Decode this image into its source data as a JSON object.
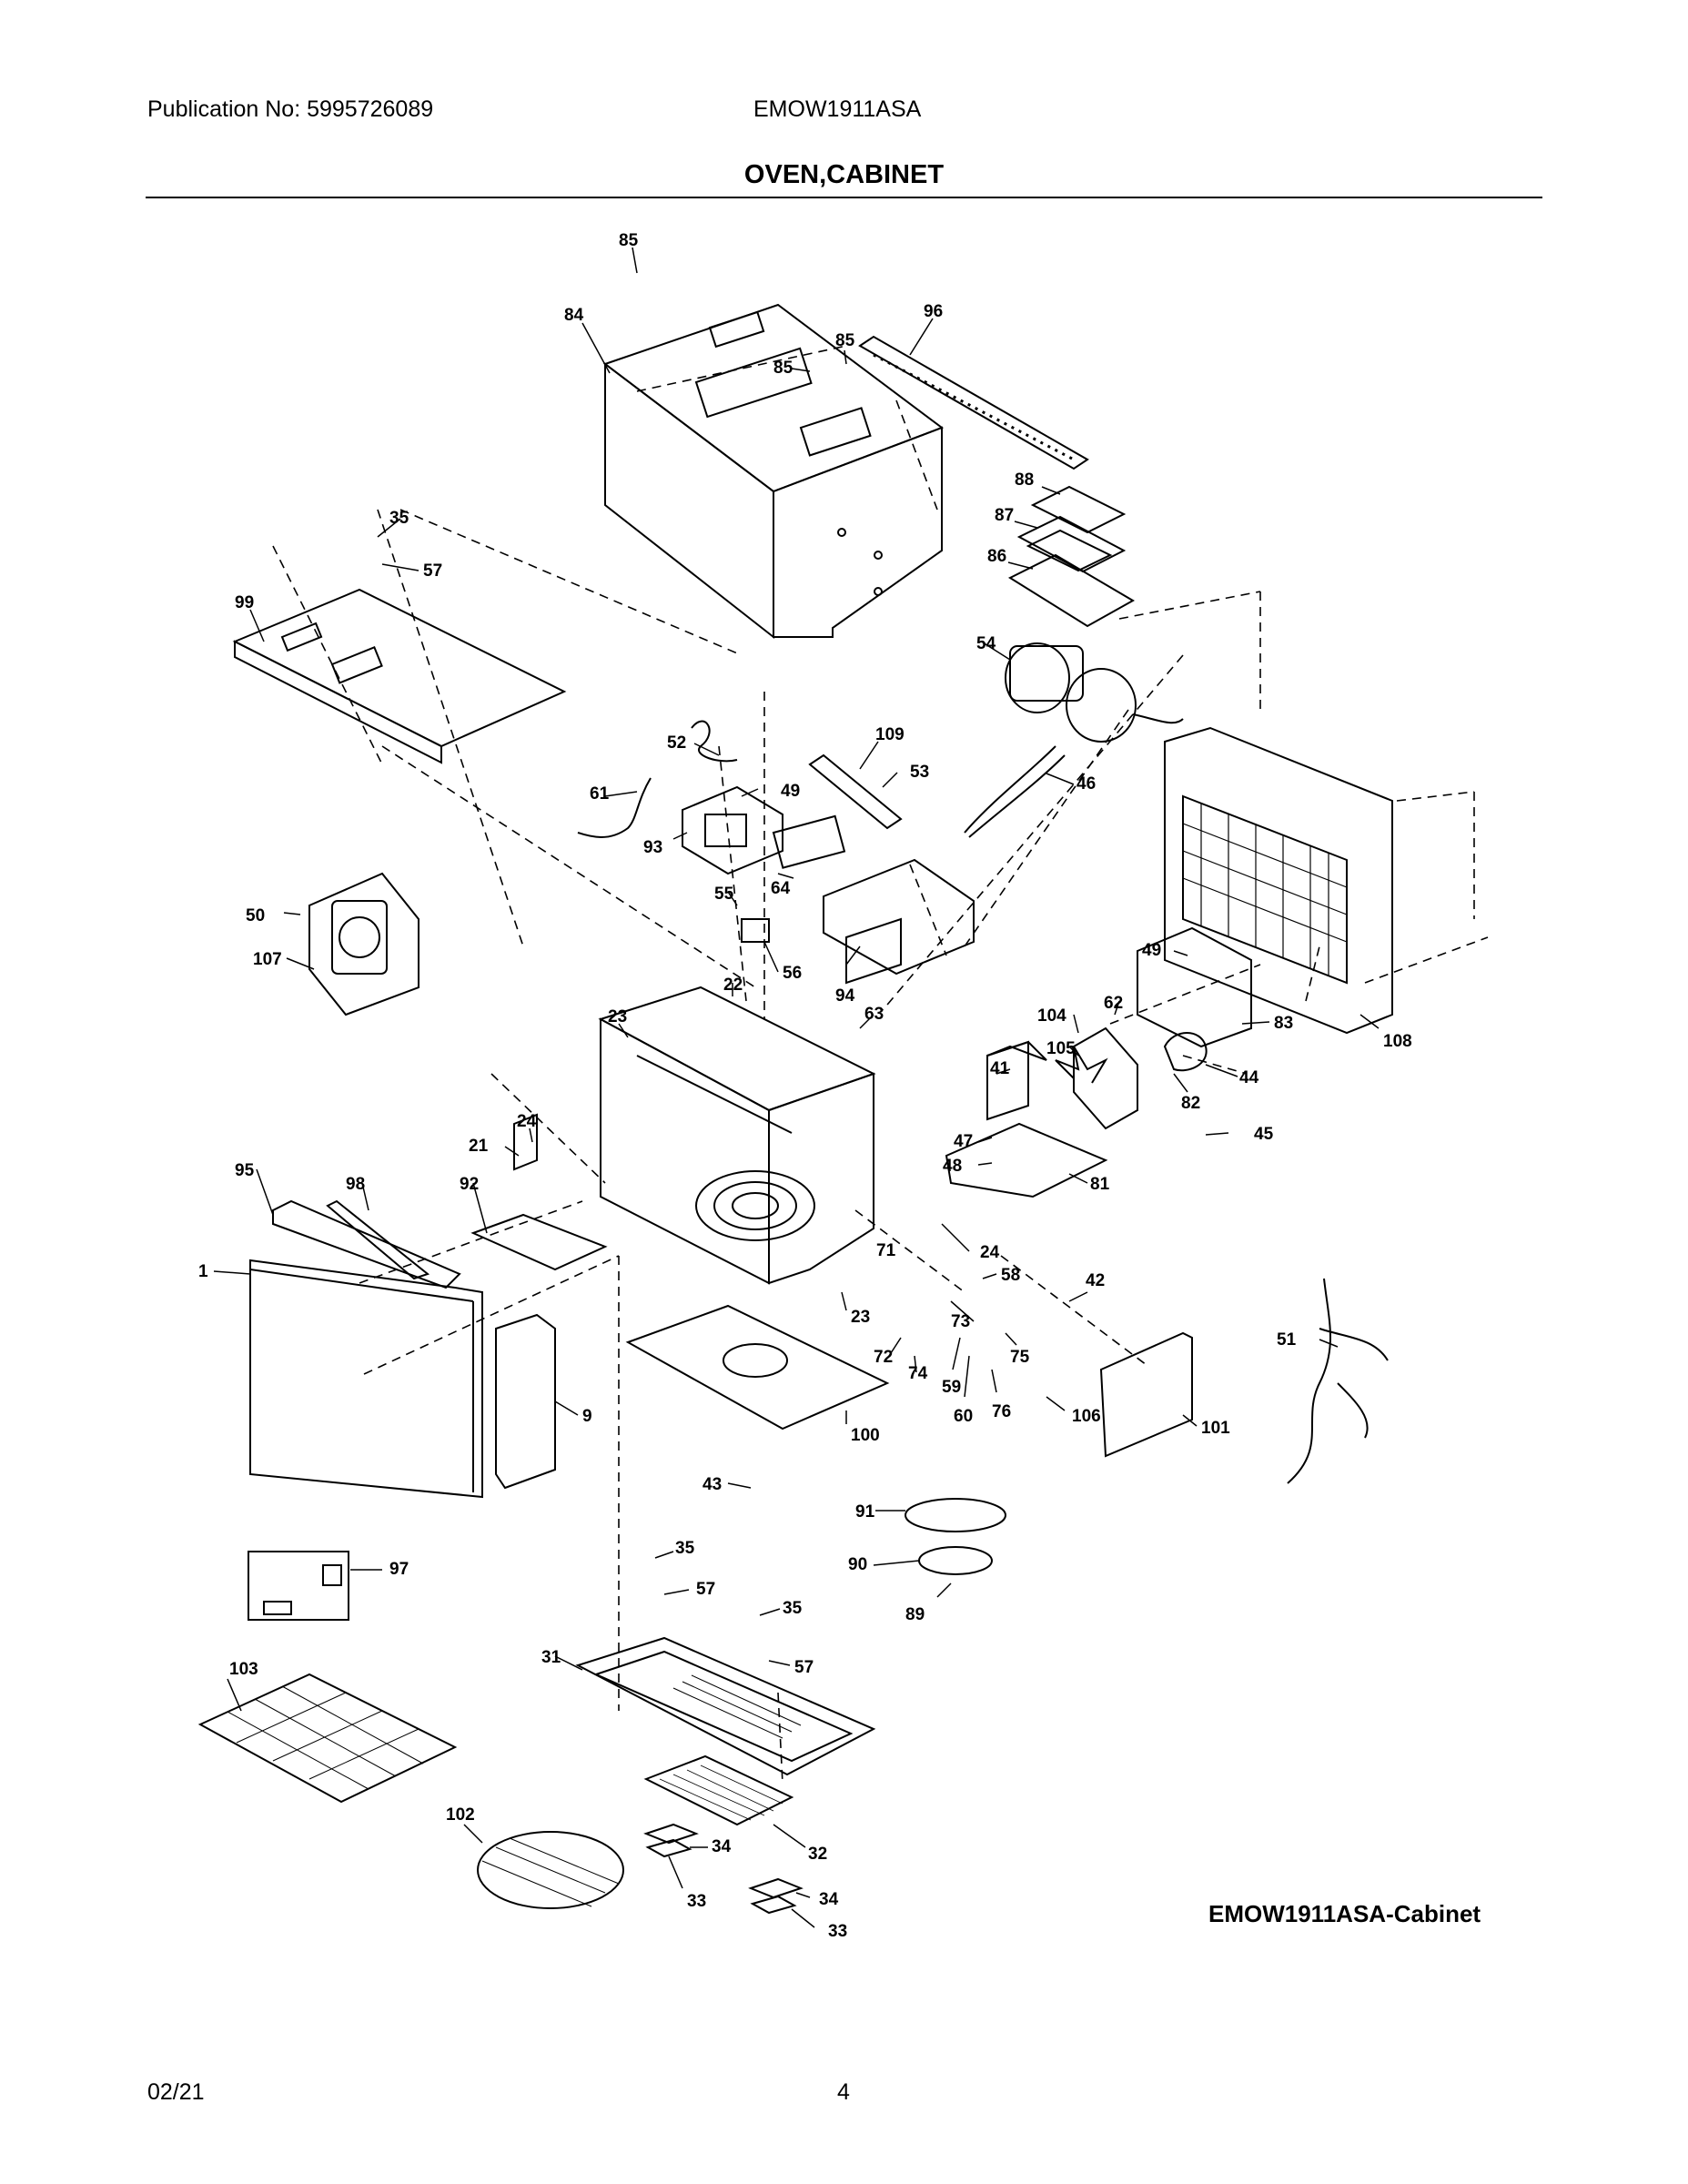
{
  "header": {
    "publication": "Publication No: 5995726089",
    "model": "EMOW1911ASA",
    "title": "OVEN,CABINET"
  },
  "diagram": {
    "caption": "EMOW1911ASA-Cabinet",
    "callouts": [
      {
        "id": "85",
        "label": "85"
      },
      {
        "id": "84",
        "label": "84"
      },
      {
        "id": "96",
        "label": "96"
      },
      {
        "id": "85b",
        "label": "85"
      },
      {
        "id": "85c",
        "label": "85"
      },
      {
        "id": "88",
        "label": "88"
      },
      {
        "id": "87",
        "label": "87"
      },
      {
        "id": "86",
        "label": "86"
      },
      {
        "id": "35",
        "label": "35"
      },
      {
        "id": "57",
        "label": "57"
      },
      {
        "id": "99",
        "label": "99"
      },
      {
        "id": "54",
        "label": "54"
      },
      {
        "id": "52",
        "label": "52"
      },
      {
        "id": "109",
        "label": "109"
      },
      {
        "id": "53",
        "label": "53"
      },
      {
        "id": "46",
        "label": "46"
      },
      {
        "id": "61",
        "label": "61"
      },
      {
        "id": "49",
        "label": "49"
      },
      {
        "id": "93",
        "label": "93"
      },
      {
        "id": "64",
        "label": "64"
      },
      {
        "id": "55",
        "label": "55"
      },
      {
        "id": "50",
        "label": "50"
      },
      {
        "id": "107",
        "label": "107"
      },
      {
        "id": "56",
        "label": "56"
      },
      {
        "id": "49b",
        "label": "49"
      },
      {
        "id": "94",
        "label": "94"
      },
      {
        "id": "22",
        "label": "22"
      },
      {
        "id": "108",
        "label": "108"
      },
      {
        "id": "23",
        "label": "23"
      },
      {
        "id": "63",
        "label": "63"
      },
      {
        "id": "104",
        "label": "104"
      },
      {
        "id": "62",
        "label": "62"
      },
      {
        "id": "105",
        "label": "105"
      },
      {
        "id": "83",
        "label": "83"
      },
      {
        "id": "24",
        "label": "24"
      },
      {
        "id": "41",
        "label": "41"
      },
      {
        "id": "44",
        "label": "44"
      },
      {
        "id": "82",
        "label": "82"
      },
      {
        "id": "21",
        "label": "21"
      },
      {
        "id": "47",
        "label": "47"
      },
      {
        "id": "45",
        "label": "45"
      },
      {
        "id": "95",
        "label": "95"
      },
      {
        "id": "48",
        "label": "48"
      },
      {
        "id": "98",
        "label": "98"
      },
      {
        "id": "92",
        "label": "92"
      },
      {
        "id": "81",
        "label": "81"
      },
      {
        "id": "24b",
        "label": "24"
      },
      {
        "id": "71",
        "label": "71"
      },
      {
        "id": "1",
        "label": "1"
      },
      {
        "id": "58",
        "label": "58"
      },
      {
        "id": "42",
        "label": "42"
      },
      {
        "id": "23b",
        "label": "23"
      },
      {
        "id": "73",
        "label": "73"
      },
      {
        "id": "51",
        "label": "51"
      },
      {
        "id": "72",
        "label": "72"
      },
      {
        "id": "75",
        "label": "75"
      },
      {
        "id": "74",
        "label": "74"
      },
      {
        "id": "59",
        "label": "59"
      },
      {
        "id": "60",
        "label": "60"
      },
      {
        "id": "76",
        "label": "76"
      },
      {
        "id": "106",
        "label": "106"
      },
      {
        "id": "9",
        "label": "9"
      },
      {
        "id": "100",
        "label": "100"
      },
      {
        "id": "101",
        "label": "101"
      },
      {
        "id": "43",
        "label": "43"
      },
      {
        "id": "91",
        "label": "91"
      },
      {
        "id": "97",
        "label": "97"
      },
      {
        "id": "35b",
        "label": "35"
      },
      {
        "id": "57b",
        "label": "57"
      },
      {
        "id": "90",
        "label": "90"
      },
      {
        "id": "35c",
        "label": "35"
      },
      {
        "id": "89",
        "label": "89"
      },
      {
        "id": "31",
        "label": "31"
      },
      {
        "id": "57c",
        "label": "57"
      },
      {
        "id": "103",
        "label": "103"
      },
      {
        "id": "102",
        "label": "102"
      },
      {
        "id": "34",
        "label": "34"
      },
      {
        "id": "32",
        "label": "32"
      },
      {
        "id": "33",
        "label": "33"
      },
      {
        "id": "34b",
        "label": "34"
      },
      {
        "id": "33b",
        "label": "33"
      }
    ]
  },
  "footer": {
    "date": "02/21",
    "page": "4"
  }
}
